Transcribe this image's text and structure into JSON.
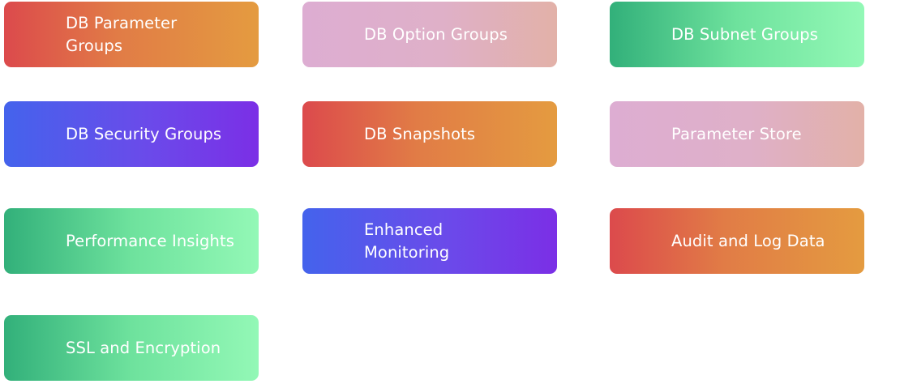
{
  "cards": [
    {
      "label": "DB Parameter\nGroups",
      "theme": "red"
    },
    {
      "label": "DB Option Groups",
      "theme": "pink"
    },
    {
      "label": "DB Subnet Groups",
      "theme": "green"
    },
    {
      "label": "DB Security Groups",
      "theme": "purple"
    },
    {
      "label": "DB Snapshots",
      "theme": "red"
    },
    {
      "label": "Parameter Store",
      "theme": "pink"
    },
    {
      "label": "Performance Insights",
      "theme": "green"
    },
    {
      "label": "Enhanced\nMonitoring",
      "theme": "purple"
    },
    {
      "label": "Audit and Log Data",
      "theme": "red"
    },
    {
      "label": "SSL and Encryption",
      "theme": "green"
    }
  ],
  "colors": {
    "red": [
      "#dc4a4c",
      "#e49b40"
    ],
    "pink": [
      "#ddadd2",
      "#e2b1a8"
    ],
    "green": [
      "#32b07a",
      "#93f8b6"
    ],
    "purple": [
      "#4463ec",
      "#7b2fe6"
    ],
    "text": "#ffffff"
  }
}
